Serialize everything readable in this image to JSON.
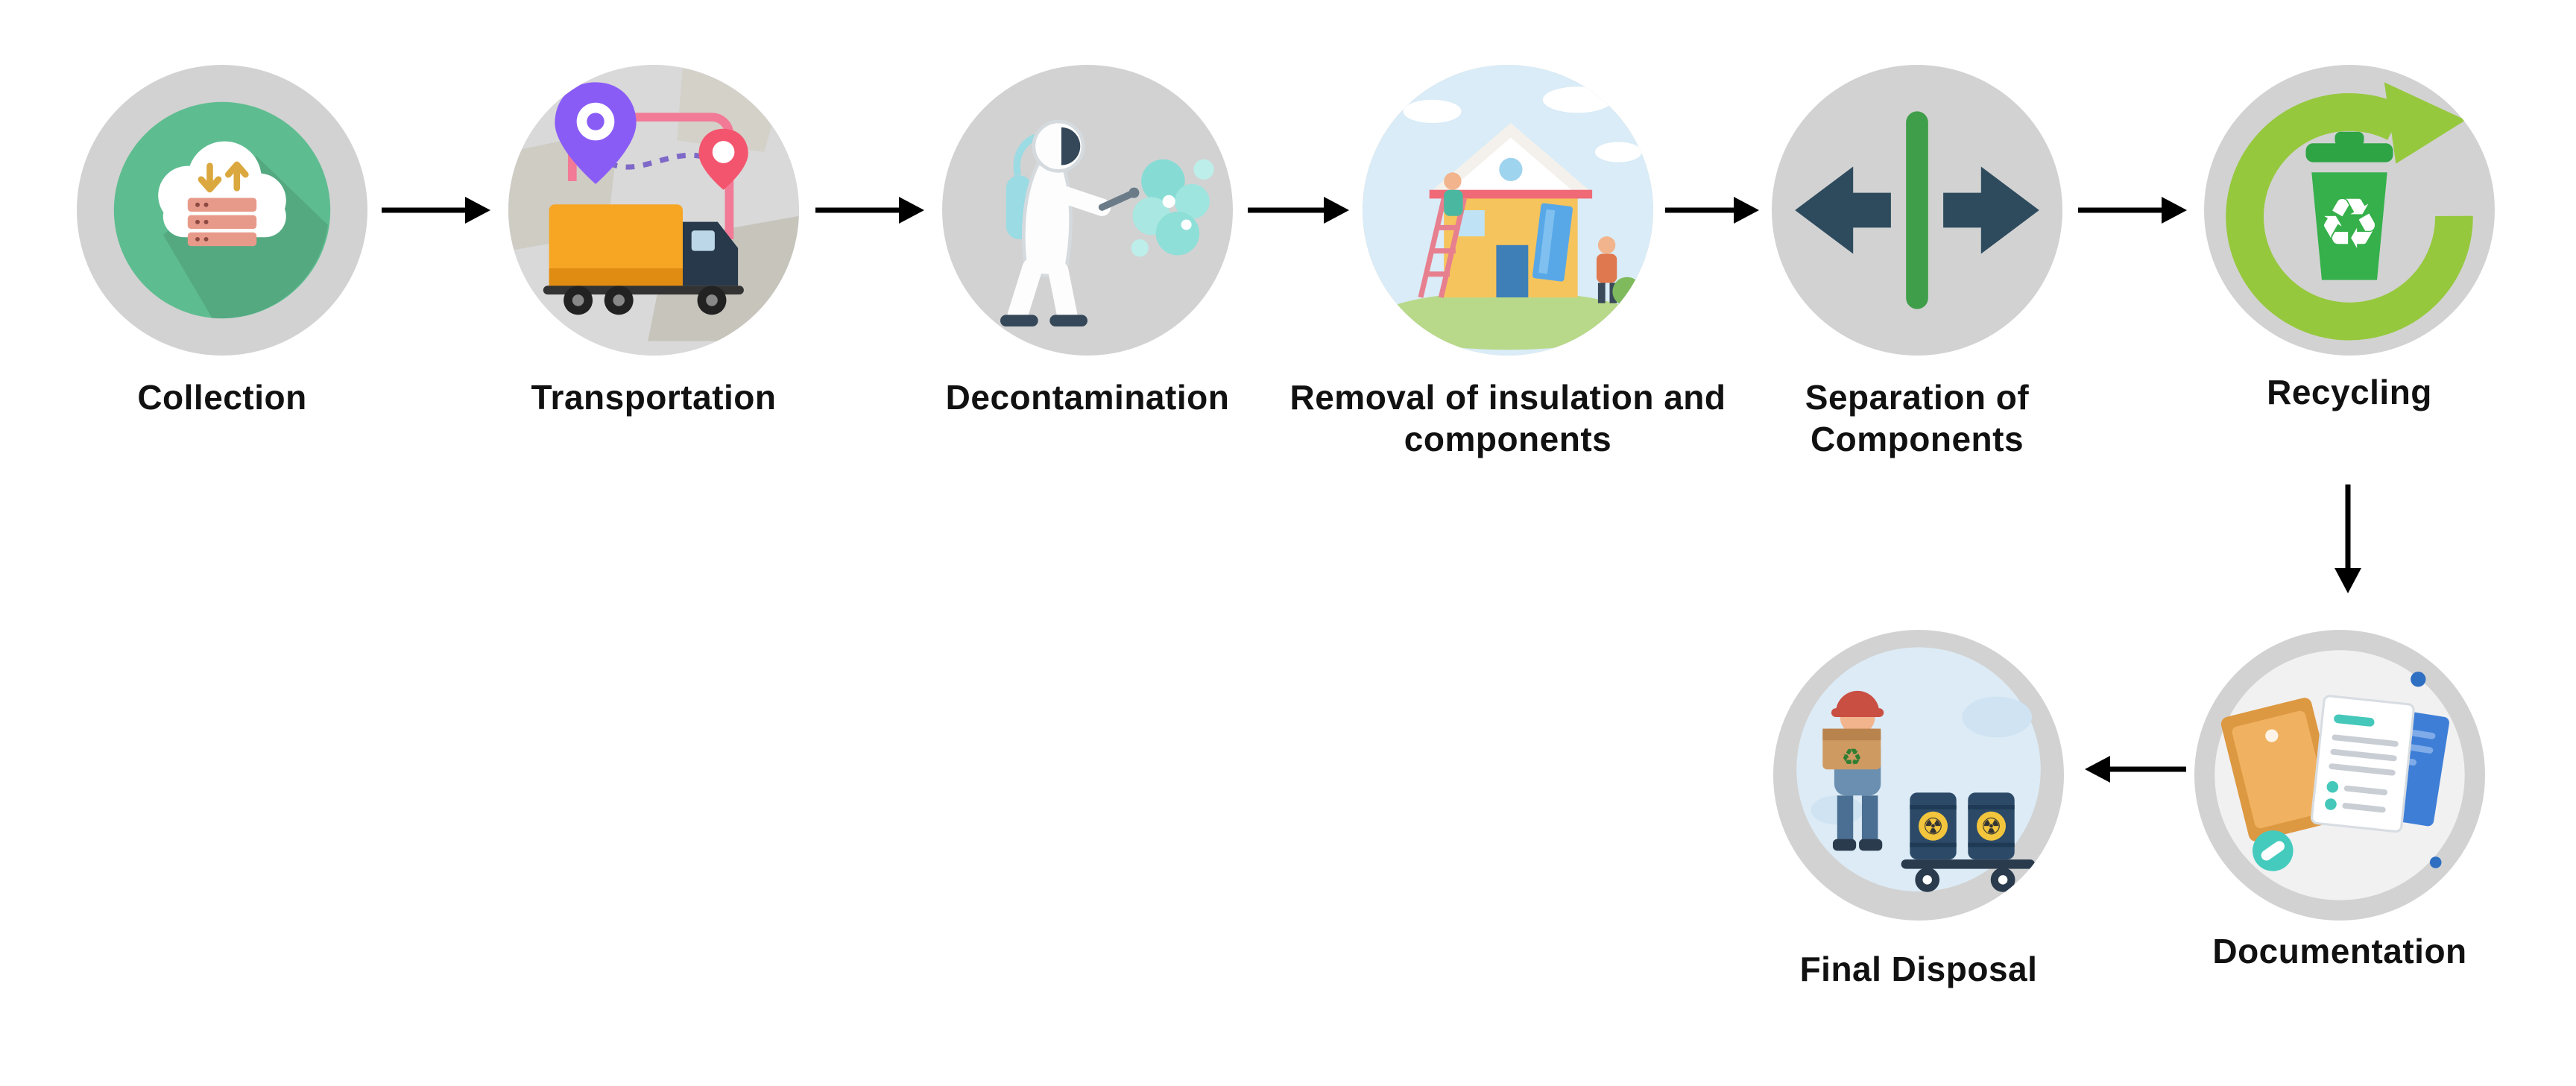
{
  "diagram": {
    "type": "flowchart",
    "background_color": "#ffffff",
    "node_circle_color": "#d2d2d2",
    "arrow_color": "#000000",
    "label_color": "#111111",
    "nodes": [
      {
        "id": "collection",
        "label": "Collection",
        "icon": "cloud-storage-icon",
        "accent_color": "#5ebd90"
      },
      {
        "id": "transportation",
        "label": "Transportation",
        "icon": "truck-map-icon",
        "accent_color": "#f6a623"
      },
      {
        "id": "decontamination",
        "label": "Decontamination",
        "icon": "hazmat-sprayer-icon",
        "accent_color": "#86dcd5"
      },
      {
        "id": "removal-insulation",
        "label": "Removal of insulation and components",
        "icon": "house-insulation-icon",
        "accent_color": "#f6c45c"
      },
      {
        "id": "separation-components",
        "label": "Separation of Components",
        "icon": "split-arrows-icon",
        "accent_color": "#2e4b5e"
      },
      {
        "id": "recycling",
        "label": "Recycling",
        "icon": "recycle-bin-icon",
        "accent_color": "#96c83d"
      },
      {
        "id": "documentation",
        "label": "Documentation",
        "icon": "documents-folder-icon",
        "accent_color": "#3e7ed6"
      },
      {
        "id": "final-disposal",
        "label": "Final Disposal",
        "icon": "worker-barrels-icon",
        "accent_color": "#2c4a68"
      }
    ],
    "connections": [
      {
        "from": "collection",
        "to": "transportation",
        "direction": "right"
      },
      {
        "from": "transportation",
        "to": "decontamination",
        "direction": "right"
      },
      {
        "from": "decontamination",
        "to": "removal-insulation",
        "direction": "right"
      },
      {
        "from": "removal-insulation",
        "to": "separation-components",
        "direction": "right"
      },
      {
        "from": "separation-components",
        "to": "recycling",
        "direction": "right"
      },
      {
        "from": "recycling",
        "to": "documentation",
        "direction": "down"
      },
      {
        "from": "documentation",
        "to": "final-disposal",
        "direction": "left"
      }
    ]
  }
}
